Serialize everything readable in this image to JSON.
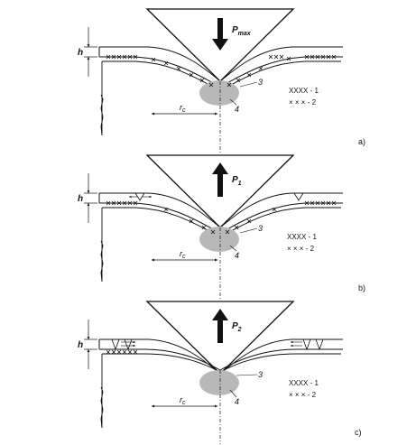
{
  "panels": [
    {
      "id": "a",
      "panel_label": "a)",
      "force_symbol": "P",
      "force_subscript": "max",
      "force_direction": "down",
      "thickness_label": "h",
      "radius_label": "r",
      "radius_subscript": "c",
      "label_3": "3",
      "label_4": "4",
      "legend": [
        {
          "symbol": "XXXX",
          "text": "- 1"
        },
        {
          "symbol": "× × ×",
          "text": "- 2"
        }
      ],
      "cracks": "none"
    },
    {
      "id": "b",
      "panel_label": "b)",
      "force_symbol": "P",
      "force_subscript": "1",
      "force_direction": "up",
      "thickness_label": "h",
      "radius_label": "r",
      "radius_subscript": "c",
      "label_3": "3",
      "label_4": "4",
      "legend": [
        {
          "symbol": "XXXX",
          "text": "- 1"
        },
        {
          "symbol": "× × ×",
          "text": "- 2"
        }
      ],
      "cracks": "small"
    },
    {
      "id": "c",
      "panel_label": "c)",
      "force_symbol": "P",
      "force_subscript": "2",
      "force_direction": "up",
      "thickness_label": "h",
      "radius_label": "r",
      "radius_subscript": "c",
      "label_3": "3",
      "label_4": "4",
      "legend": [
        {
          "symbol": "XXXX",
          "text": "- 1"
        },
        {
          "symbol": "× × ×",
          "text": "- 2"
        }
      ],
      "cracks": "large"
    }
  ],
  "colors": {
    "line": "#111111",
    "plastic_zone": "#b8b8b8",
    "background": "#ffffff"
  }
}
